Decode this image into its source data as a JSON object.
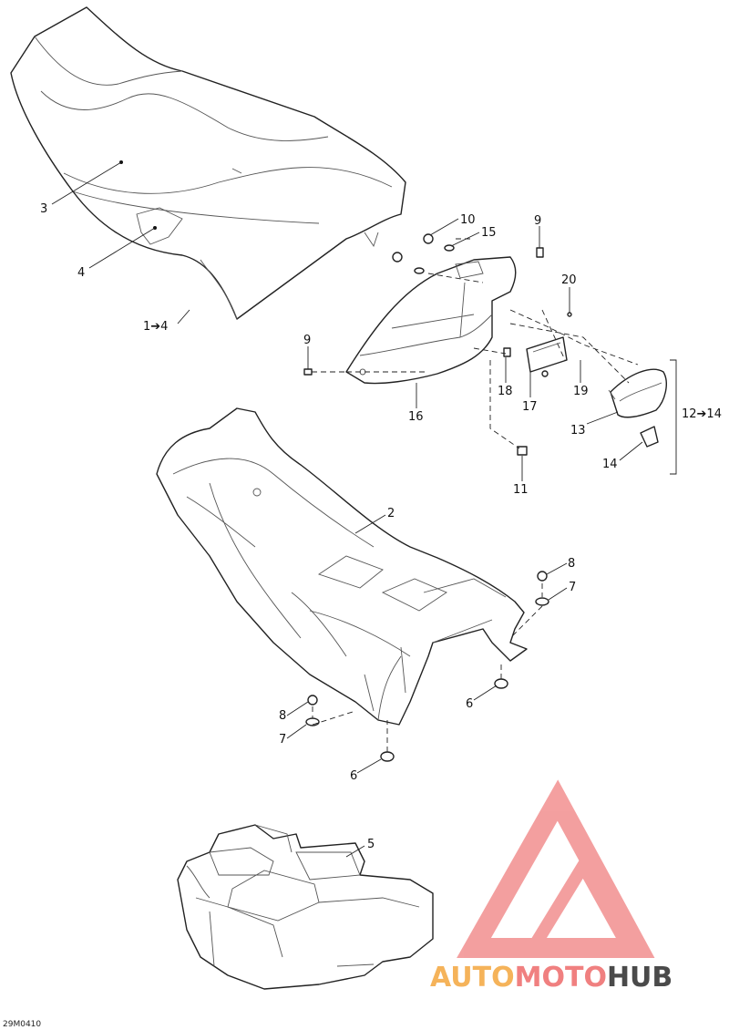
{
  "drawing_code": "29M0410",
  "callouts": {
    "c1": "3",
    "c2": "4",
    "c3": "1➔4",
    "c4": "10",
    "c5": "15",
    "c6": "9",
    "c7": "20",
    "c8": "9",
    "c9": "16",
    "c10": "18",
    "c11": "17",
    "c12": "19",
    "c13": "13",
    "c14": "12➔14",
    "c15": "14",
    "c16": "11",
    "c17": "2",
    "c18": "8",
    "c19": "7",
    "c20": "6",
    "c21": "8",
    "c22": "7",
    "c23": "6",
    "c24": "5"
  },
  "watermark": {
    "part1": "AUTO",
    "part2": "MOTO",
    "part3": "HUB",
    "color_light": "#f5b35a",
    "color_red": "#f08080",
    "color_dark": "#4a4a4a"
  }
}
